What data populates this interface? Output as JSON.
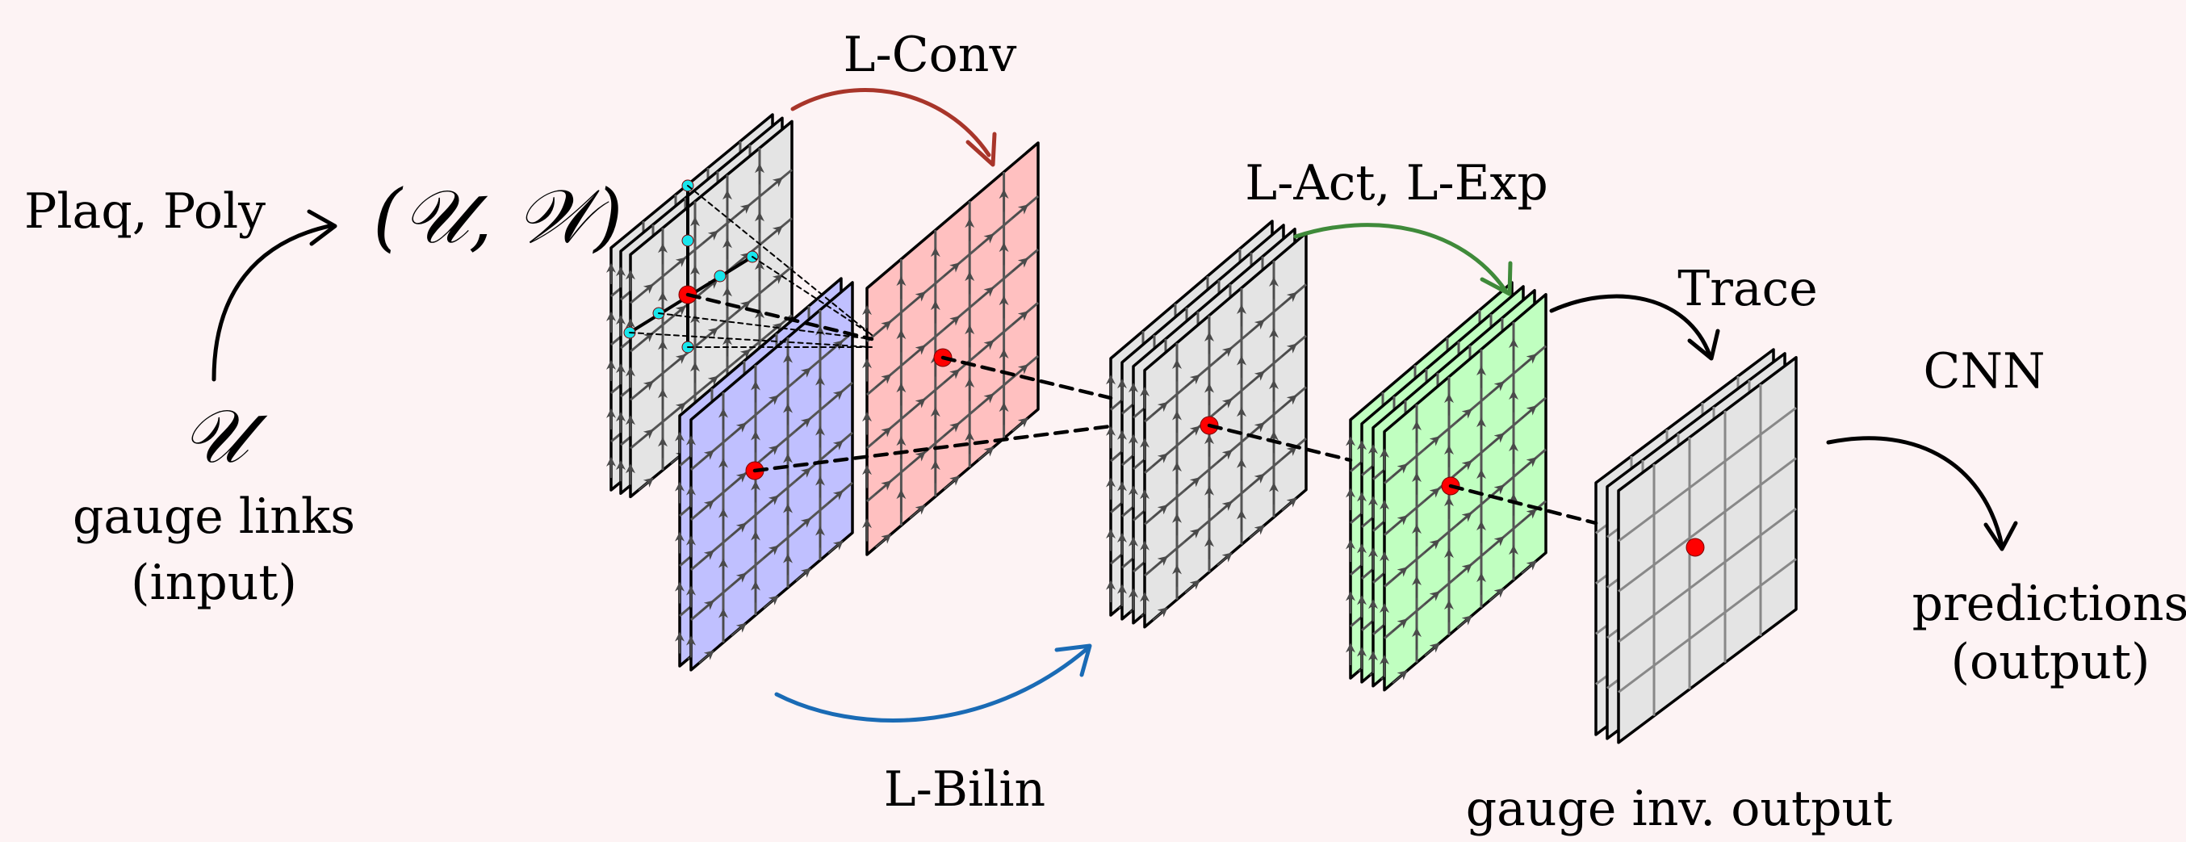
{
  "background": "#fdf3f4",
  "labels": {
    "plaq_poly": "Plaq, Poly",
    "uw_pair": "(𝒰, 𝒲)",
    "u_symbol": "𝒰",
    "gauge_links": "gauge links",
    "input": "(input)",
    "l_conv": "L-Conv",
    "l_bilin": "L-Bilin",
    "l_act_exp": "L-Act, L-Exp",
    "trace": "Trace",
    "cnn": "CNN",
    "predictions": "predictions",
    "output": "(output)",
    "gauge_inv_output": "gauge inv. output"
  },
  "colors": {
    "gray_layer": "#e4e4e4",
    "blue_layer": "#c0c0ff",
    "red_layer": "#ffc0c0",
    "green_layer": "#c0ffc0",
    "site_dot": "#ff0000",
    "wilson_dot": "#19e6ec",
    "arrow_conv": "#a8352a",
    "arrow_bilin": "#1a6bb5",
    "arrow_act": "#3f8a3a",
    "arrow_black": "#000000"
  },
  "icons": [
    "lattice-layer",
    "arrow-icon",
    "site-dot"
  ]
}
